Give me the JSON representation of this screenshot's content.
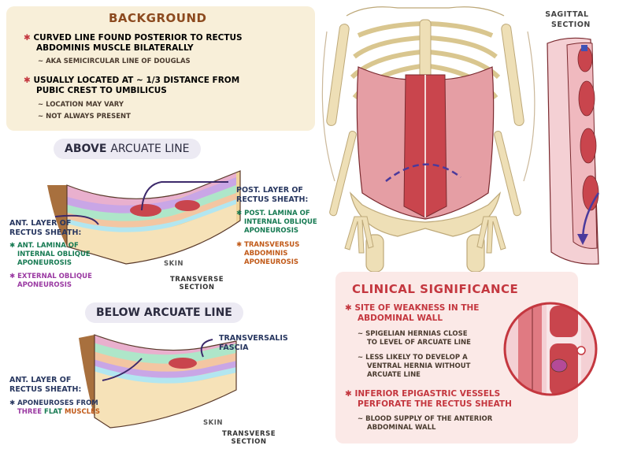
{
  "background": {
    "title": "BACKGROUND",
    "items": [
      {
        "text_1": "CURVED LINE FOUND POSTERIOR to RECTUS",
        "text_2": "ABDOMINIS MUSCLE BILATERALLY",
        "subs": [
          "aka SEMICIRCULAR LINE OF DOUGLAS"
        ]
      },
      {
        "text_1": "USUALLY LOCATED at ~ 1/3 DISTANCE from",
        "text_2": "PUBIC CREST to UMBILICUS",
        "subs": [
          "LOCATION MAY VARY",
          "NOT ALWAYS PRESENT"
        ]
      }
    ]
  },
  "above": {
    "pill_1": "ABOVE",
    "pill_2": "ARCUATE LINE",
    "post_layer_1": "POST. LAYER of",
    "post_layer_2": "RECTUS SHEATH:",
    "post_items": [
      {
        "l1": "POST. LAMINA of",
        "l2": "INTERNAL OBLIQUE",
        "l3": "APONEUROSIS",
        "color": "#167a52"
      },
      {
        "l1": "TRANSVERSUS",
        "l2": "ABDOMINIS",
        "l3": "APONEUROSIS",
        "color": "#c15a19"
      }
    ],
    "ant_layer_1": "ANT. LAYER of",
    "ant_layer_2": "RECTUS SHEATH:",
    "ant_items": [
      {
        "l1": "ANT. LAMINA of",
        "l2": "INTERNAL OBLIQUE",
        "l3": "APONEUROSIS",
        "color": "#167a52"
      },
      {
        "l1": "EXTERNAL OBLIQUE",
        "l2": "APONEUROSIS",
        "color": "#9a39a2"
      }
    ],
    "skin": "SKIN",
    "section_1": "TRANSVERSE",
    "section_2": "SECTION"
  },
  "below": {
    "pill": "BELOW ARCUATE LINE",
    "fascia_1": "TRANSVERSALIS",
    "fascia_2": "FASCIA",
    "ant_layer_1": "ANT. LAYER of",
    "ant_layer_2": "RECTUS SHEATH:",
    "apo_1": "APONEUROSES from",
    "apo_2a": "THREE",
    "apo_2b": "FLAT",
    "apo_2c": "MUSCLES",
    "skin": "SKIN",
    "section_1": "TRANSVERSE",
    "section_2": "SECTION"
  },
  "sagittal": {
    "l1": "SAGITTAL",
    "l2": "SECTION"
  },
  "clinical": {
    "title": "CLINICAL SIGNIFICANCE",
    "items": [
      {
        "l1": "SITE of WEAKNESS in the",
        "l2": "ABDOMINAL WALL",
        "subs": [
          [
            "SPIGELIAN HERNIAS CLOSE",
            "to LEVEL of ARCUATE LINE"
          ],
          [
            "LESS LIKELY to DEVELOP a",
            "VENTRAL HERNIA WITHOUT",
            "ARCUATE LINE"
          ]
        ]
      },
      {
        "l1": "INFERIOR EPIGASTRIC VESSELS",
        "l2": "PERFORATE the RECTUS SHEATH",
        "subs": [
          [
            "BLOOD SUPPLY of the ANTERIOR",
            "ABDOMINAL WALL"
          ]
        ]
      }
    ]
  },
  "colors": {
    "bullet": "#c4373f",
    "muscle": "#c9454d",
    "bone": "#eedfb6",
    "green": "#167a52",
    "orange": "#c15a19",
    "purple": "#9a39a2",
    "navy": "#283760",
    "background_card": "#f8efd9",
    "clinical_card": "#fbe9e7"
  }
}
